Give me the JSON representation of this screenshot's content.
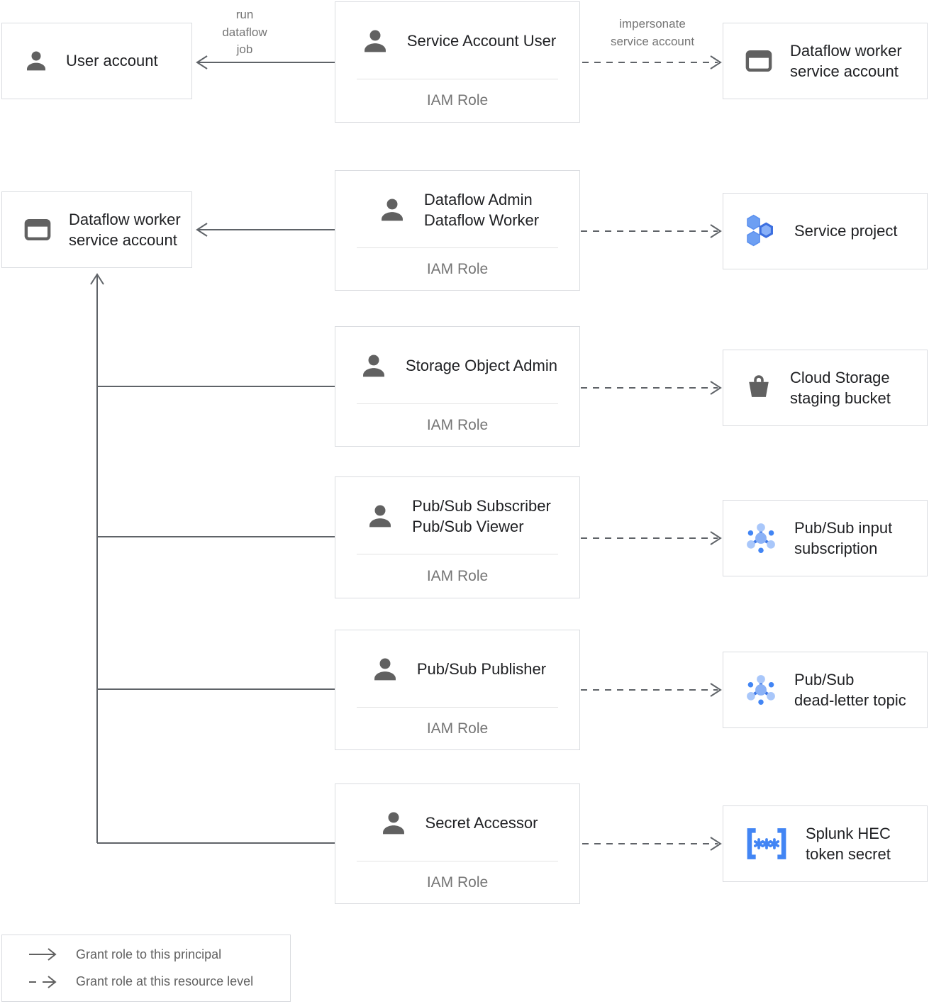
{
  "colors": {
    "box_border": "#dadce0",
    "text": "#202124",
    "muted_text": "#757575",
    "line": "#5f6368",
    "icon_gray": "#616161",
    "blue": "#4285f4",
    "blue_mid": "#669df6",
    "blue_light": "#a8c7fa"
  },
  "left_nodes": {
    "user_account": {
      "lines": [
        "User account"
      ],
      "icon": "person-icon"
    },
    "worker_sa": {
      "lines": [
        "Dataflow worker",
        "service account"
      ],
      "icon": "service-account-icon"
    }
  },
  "roles": [
    {
      "lines": [
        "Service Account User"
      ],
      "sub": "IAM Role"
    },
    {
      "lines": [
        "Dataflow Admin",
        "Dataflow Worker"
      ],
      "sub": "IAM Role"
    },
    {
      "lines": [
        "Storage Object Admin"
      ],
      "sub": "IAM Role"
    },
    {
      "lines": [
        "Pub/Sub Subscriber",
        "Pub/Sub Viewer"
      ],
      "sub": "IAM Role"
    },
    {
      "lines": [
        "Pub/Sub Publisher"
      ],
      "sub": "IAM Role"
    },
    {
      "lines": [
        "Secret Accessor"
      ],
      "sub": "IAM Role"
    }
  ],
  "resources": [
    {
      "lines": [
        "Dataflow worker",
        "service account"
      ],
      "icon": "service-account-icon"
    },
    {
      "lines": [
        "Service project"
      ],
      "icon": "project-icon"
    },
    {
      "lines": [
        "Cloud Storage",
        "staging bucket"
      ],
      "icon": "storage-bucket-icon"
    },
    {
      "lines": [
        "Pub/Sub input",
        "subscription"
      ],
      "icon": "pubsub-icon"
    },
    {
      "lines": [
        "Pub/Sub",
        "dead-letter topic"
      ],
      "icon": "pubsub-icon"
    },
    {
      "lines": [
        "Splunk HEC",
        "token secret"
      ],
      "icon": "secret-icon"
    }
  ],
  "edge_labels": {
    "run_dataflow_job": {
      "lines": [
        "run",
        "dataflow",
        "job"
      ]
    },
    "impersonate": {
      "lines": [
        "impersonate",
        "service account"
      ]
    }
  },
  "legend": {
    "solid": "Grant role to this principal",
    "dashed": "Grant role at this resource level"
  }
}
